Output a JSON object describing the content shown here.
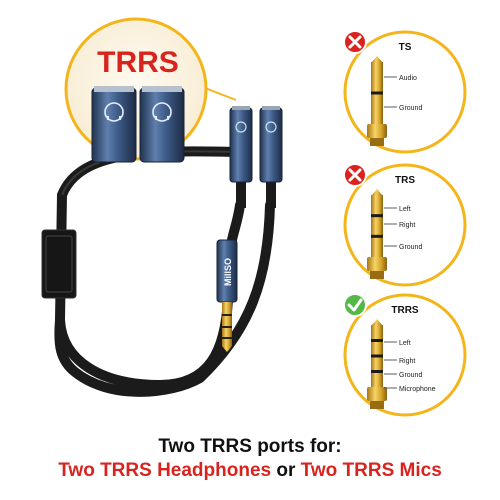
{
  "brand": "MillSO",
  "zoom_label": "TRRS",
  "panels": [
    {
      "title": "TS",
      "status": "incompatible",
      "status_icon": "red-x-icon",
      "labels": [
        "Audio",
        "Ground"
      ]
    },
    {
      "title": "TRS",
      "status": "incompatible",
      "status_icon": "red-x-icon",
      "labels": [
        "Left",
        "Right",
        "Ground"
      ]
    },
    {
      "title": "TRRS",
      "status": "compatible",
      "status_icon": "green-check-icon",
      "labels": [
        "Left",
        "Right",
        "Ground",
        "Microphone"
      ]
    }
  ],
  "caption": {
    "line1": "Two TRRS ports for:",
    "part1": "Two TRRS Headphones",
    "conj": " or ",
    "part2": "Two TRRS Mics"
  },
  "colors": {
    "accent_yellow": "#f3b51a",
    "red": "#d8231f",
    "green": "#54b848",
    "cable_black": "#1b1b1b",
    "connector_blue": "#3e5a86",
    "gold": "#d9a628"
  }
}
